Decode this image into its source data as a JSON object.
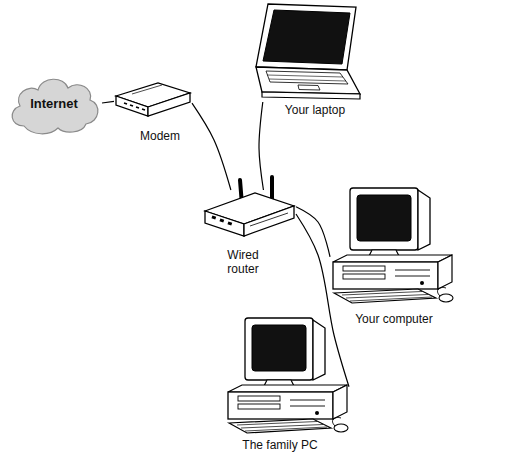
{
  "diagram": {
    "nodes": [
      {
        "text": [
          "Your laptop"
        ]
      },
      {
        "text": [
          "Internet"
        ]
      },
      {
        "text": [
          "Modem"
        ]
      },
      {
        "text": [
          "Wired router"
        ]
      },
      {
        "text": [
          "Your computer"
        ]
      },
      {
        "text": [
          "The family PC"
        ]
      }
    ],
    "edges": [
      {
        "from": 1,
        "to": 2,
        "arrow": "none"
      },
      {
        "from": 2,
        "to": 3,
        "arrow": "none"
      },
      {
        "from": 3,
        "to": 0,
        "arrow": "none"
      },
      {
        "from": 3,
        "to": 4,
        "arrow": "none"
      },
      {
        "from": 3,
        "to": 5,
        "arrow": "none"
      }
    ]
  }
}
